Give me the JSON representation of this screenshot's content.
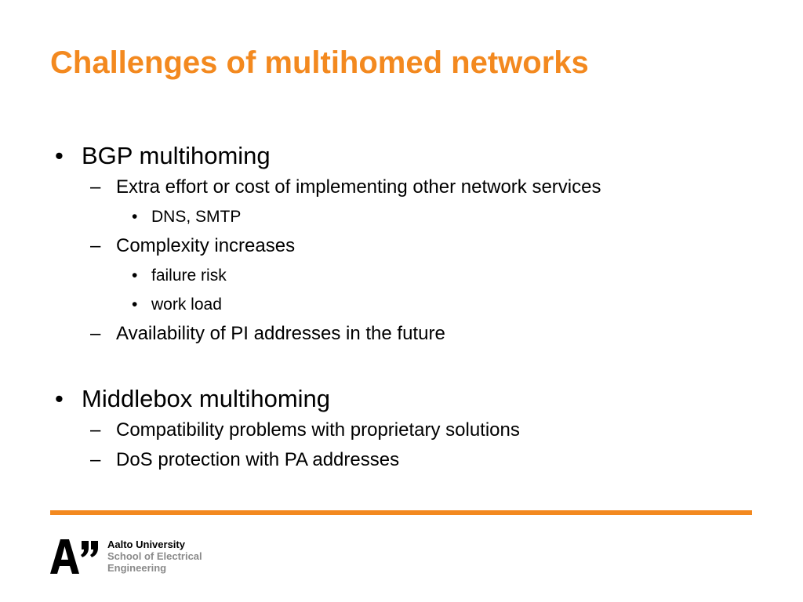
{
  "slide": {
    "title": "Challenges of multihomed networks",
    "bullets": {
      "b1": {
        "text": "BGP multihoming",
        "s1": {
          "text": "Extra effort or cost of implementing other network services",
          "t1": "DNS, SMTP"
        },
        "s2": {
          "text": "Complexity increases",
          "t1": "failure risk",
          "t2": "work load"
        },
        "s3": {
          "text": "Availability of PI addresses in the future"
        }
      },
      "b2": {
        "text": "Middlebox multihoming",
        "s1": {
          "text": "Compatibility problems with proprietary solutions"
        },
        "s2": {
          "text": "DoS protection with PA addresses"
        }
      }
    },
    "markers": {
      "bullet": "•",
      "dash": "–"
    },
    "accent_color": "#f3891f"
  },
  "footer": {
    "logo_icon": "aalto-a-quote-logo",
    "org_name": "Aalto University",
    "dept_line1": "School of Electrical",
    "dept_line2": "Engineering"
  }
}
